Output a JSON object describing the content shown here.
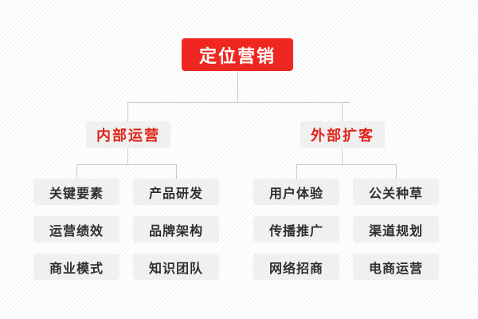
{
  "diagram": {
    "type": "org-chart",
    "title": "定位营销",
    "colors": {
      "root_bg": "#ee2820",
      "root_text": "#ffffff",
      "branch_bg": "#f0f0f1",
      "branch_text": "#e02418",
      "leaf_bg": "#f0f0f1",
      "leaf_text": "#2f2f2f",
      "connector": "#c9cacc",
      "background": "#fbfbfc"
    },
    "root": {
      "label": "定位营销"
    },
    "branches": [
      {
        "label": "内部运营",
        "columns": [
          {
            "items": [
              "关键要素",
              "运营绩效",
              "商业模式"
            ]
          },
          {
            "items": [
              "产品研发",
              "品牌架构",
              "知识团队"
            ]
          }
        ]
      },
      {
        "label": "外部扩客",
        "columns": [
          {
            "items": [
              "用户体验",
              "传播推广",
              "网络招商"
            ]
          },
          {
            "items": [
              "公关种草",
              "渠道规划",
              "电商运营"
            ]
          }
        ]
      }
    ]
  }
}
